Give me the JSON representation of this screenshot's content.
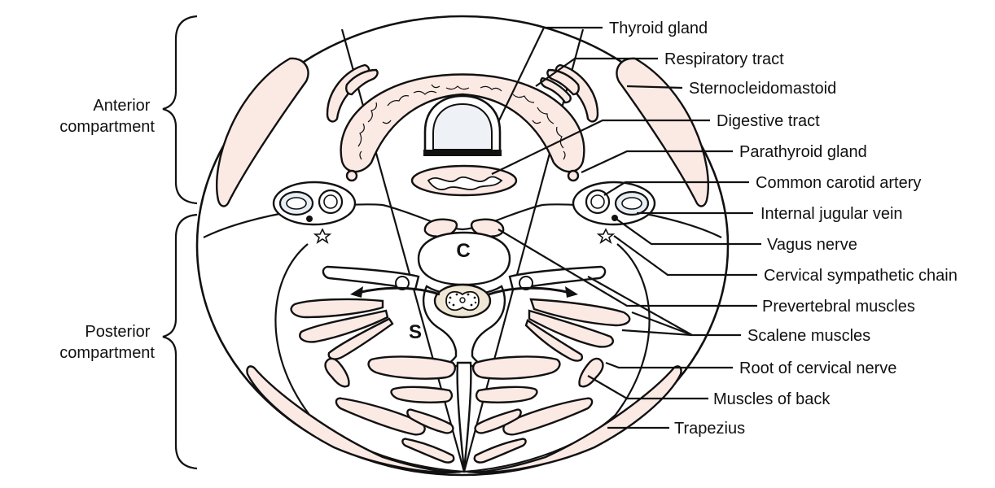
{
  "compartments": {
    "anterior": [
      "Anterior",
      "compartment"
    ],
    "posterior": [
      "Posterior",
      "compartment"
    ]
  },
  "markers": {
    "cervical_vertebra": "C",
    "spinal_cord": "S"
  },
  "labels": {
    "thyroid_gland": "Thyroid gland",
    "respiratory_tract": "Respiratory tract",
    "sternocleidomastoid": "Sternocleidomastoid",
    "digestive_tract": "Digestive tract",
    "parathyroid_gland": "Parathyroid gland",
    "common_carotid_artery": "Common carotid artery",
    "internal_jugular_vein": "Internal jugular vein",
    "vagus_nerve": "Vagus nerve",
    "cervical_sympathetic_chain": "Cervical sympathetic chain",
    "prevertebral_muscles": "Prevertebral muscles",
    "scalene_muscles": "Scalene muscles",
    "root_of_cervical_nerve": "Root of cervical nerve",
    "muscles_of_back": "Muscles of back",
    "trapezius": "Trapezius"
  },
  "colors": {
    "muscle_fill": "#fbe9e4",
    "outline": "#111111",
    "background": "#ffffff"
  }
}
